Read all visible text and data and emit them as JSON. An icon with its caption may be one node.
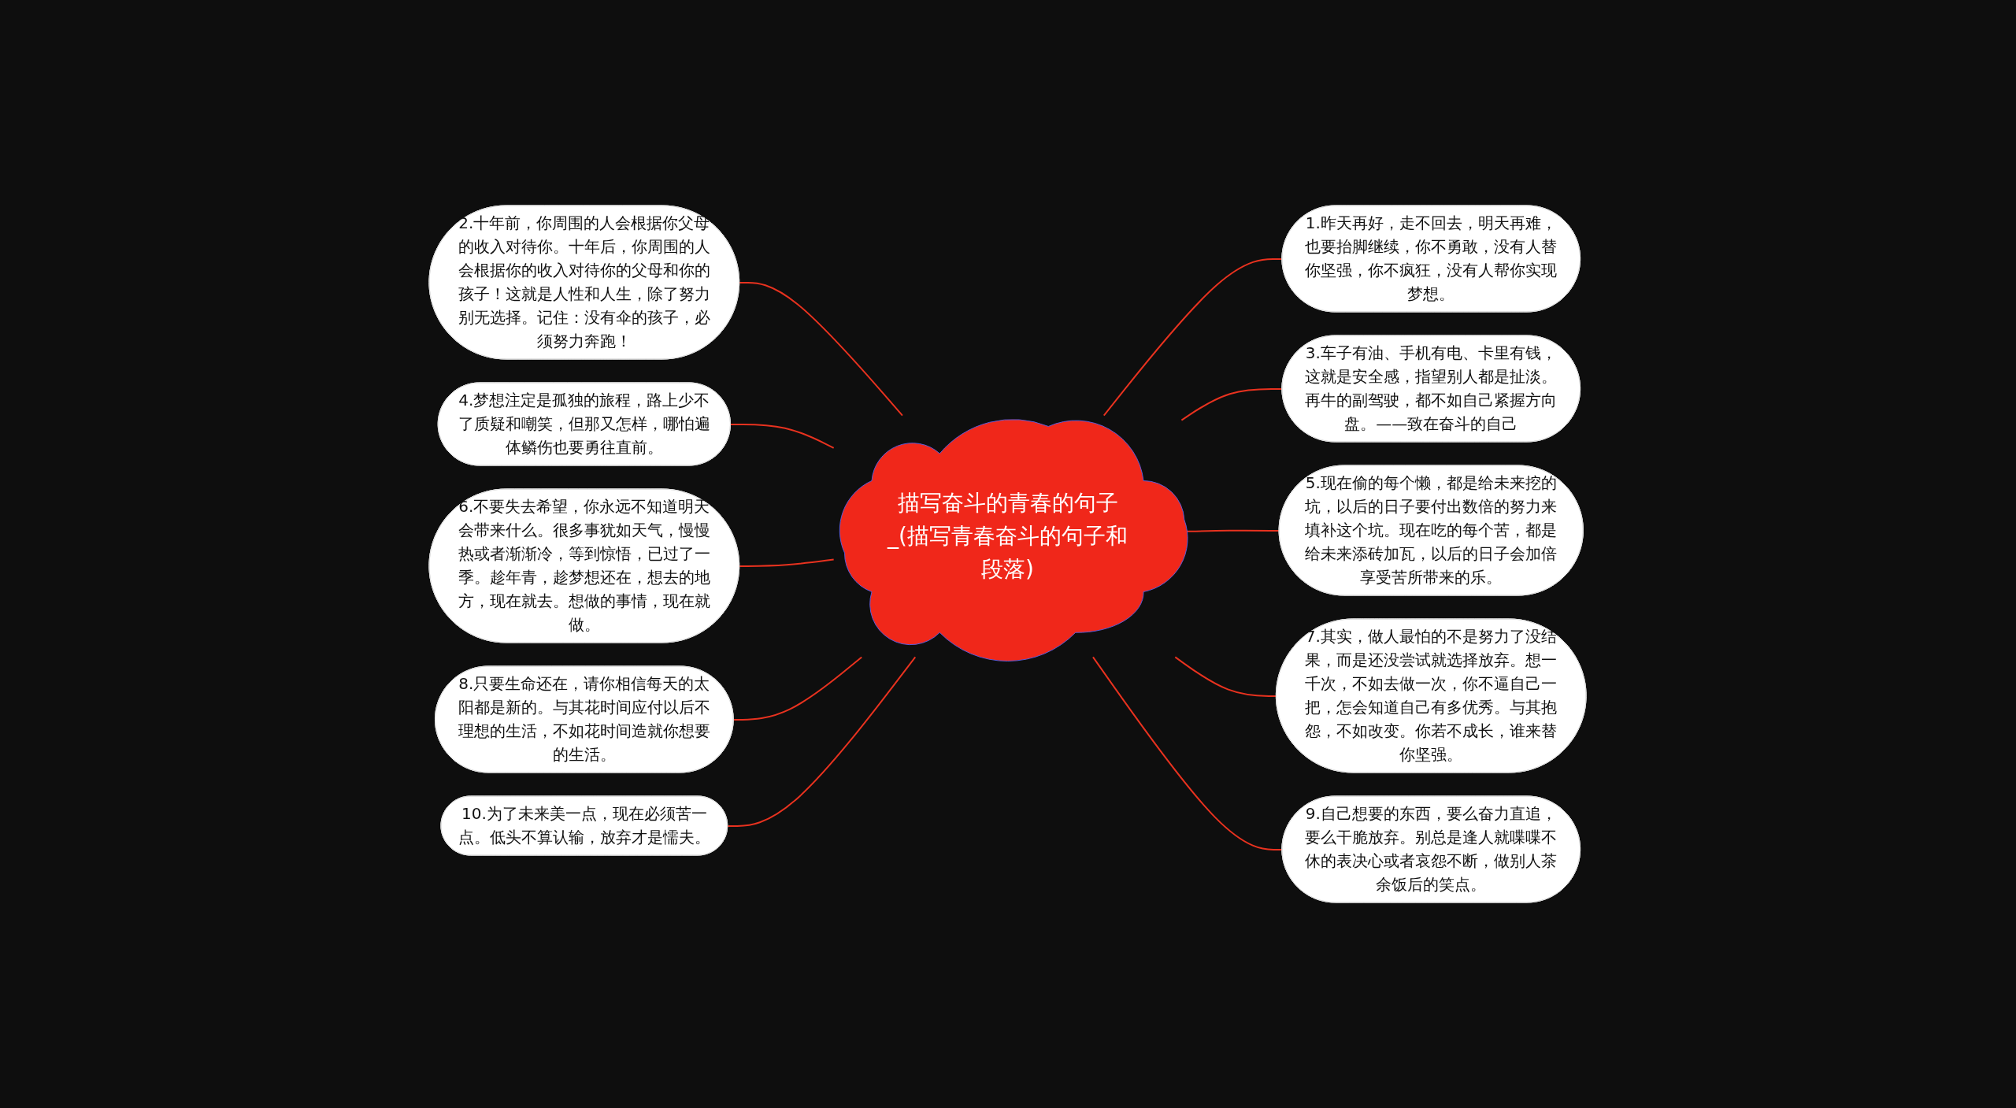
{
  "diagram": {
    "nodes": [
      {
        "text": [
          "描写奋斗的青春的句子_(描写青春奋斗的句子和段落)"
        ]
      },
      {
        "text": [
          "1.昨天再好，走不回去，明天再难，也要抬脚继续，你不勇敢，没有人替你坚强，你不疯狂，没有人帮你实现梦想。"
        ]
      },
      {
        "text": [
          "2.十年前，你周围的人会根据你父母的收入对待你。十年后，你周围的人会根据你的收入对待你的父母和你的孩子！这就是人性和人生，除了努力别无选择。记住：没有伞的孩子，必须努力奔跑！"
        ]
      },
      {
        "text": [
          "3.车子有油、手机有电、卡里有钱，这就是安全感，指望别人都是扯淡。再牛的副驾驶，都不如自己紧握方向盘。——致在奋斗的自己"
        ]
      },
      {
        "text": [
          "4.梦想注定是孤独的旅程，路上少不了质疑和嘲笑，但那又怎样，哪怕遍体鳞伤也要勇往直前。"
        ]
      },
      {
        "text": [
          "5.现在偷的每个懒，都是给未来挖的坑，以后的日子要付出数倍的努力来填补这个坑。现在吃的每个苦，都是给未来添砖加瓦，以后的日子会加倍享受苦所带来的乐。"
        ]
      },
      {
        "text": [
          "6.不要失去希望，你永远不知道明天会带来什么。很多事犹如天气，慢慢热或者渐渐冷，等到惊悟，已过了一季。趁年青，趁梦想还在，想去的地方，现在就去。想做的事情，现在就做。"
        ]
      },
      {
        "text": [
          "7.其实，做人最怕的不是努力了没结果，而是还没尝试就选择放弃。想一千次，不如去做一次，你不逼自己一把，怎会知道自己有多优秀。与其抱怨，不如改变。你若不成长，谁来替你坚强。"
        ]
      },
      {
        "text": [
          "8.只要生命还在，请你相信每天的太阳都是新的。与其花时间应付以后不理想的生活，不如花时间造就你想要的生活。"
        ]
      },
      {
        "text": [
          "9.自己想要的东西，要么奋力直追，要么干脆放弃。别总是逢人就喋喋不休的表决心或者哀怨不断，做别人茶余饭后的笑点。"
        ]
      },
      {
        "text": [
          "10.为了未来美一点，现在必须苦一点。低头不算认输，放弃才是懦夫。"
        ]
      }
    ],
    "edges": [
      {
        "from": 0,
        "to": 1,
        "arrow": "none"
      },
      {
        "from": 0,
        "to": 2,
        "arrow": "none"
      },
      {
        "from": 0,
        "to": 3,
        "arrow": "none"
      },
      {
        "from": 0,
        "to": 4,
        "arrow": "none"
      },
      {
        "from": 0,
        "to": 5,
        "arrow": "none"
      },
      {
        "from": 0,
        "to": 6,
        "arrow": "none"
      },
      {
        "from": 0,
        "to": 7,
        "arrow": "none"
      },
      {
        "from": 0,
        "to": 8,
        "arrow": "none"
      },
      {
        "from": 0,
        "to": 9,
        "arrow": "none"
      },
      {
        "from": 0,
        "to": 10,
        "arrow": "none"
      }
    ]
  }
}
